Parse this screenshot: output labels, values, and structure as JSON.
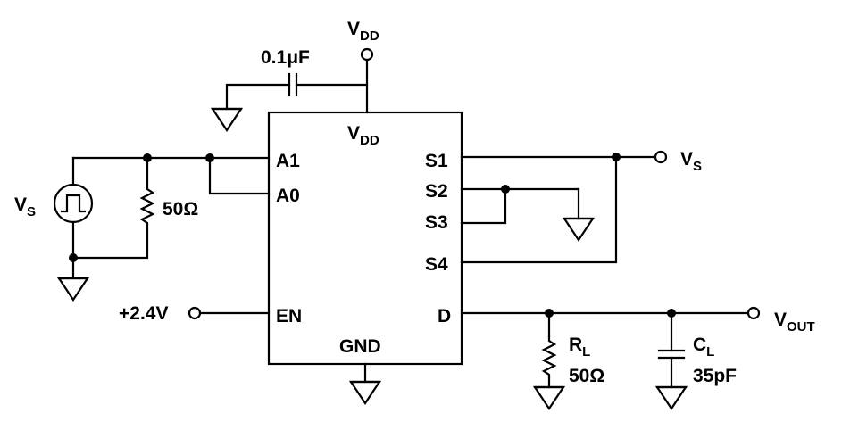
{
  "ic": {
    "vdd_pin": "V",
    "vdd_pin_sub": "DD",
    "pin_a1": "A1",
    "pin_a0": "A0",
    "pin_en": "EN",
    "pin_gnd": "GND",
    "pin_s1": "S1",
    "pin_s2": "S2",
    "pin_s3": "S3",
    "pin_s4": "S4",
    "pin_d": "D"
  },
  "supply": {
    "label": "V",
    "label_sub": "DD",
    "bypass_cap": "0.1μF"
  },
  "source": {
    "label": "V",
    "label_sub": "S",
    "termination": "50Ω"
  },
  "enable": {
    "label": "+2.4V"
  },
  "switch_out": {
    "label": "V",
    "label_sub": "S"
  },
  "load": {
    "rl_label": "R",
    "rl_sub": "L",
    "rl_value": "50Ω",
    "cl_label": "C",
    "cl_sub": "L",
    "cl_value": "35pF"
  },
  "output": {
    "label": "V",
    "label_sub": "OUT"
  }
}
